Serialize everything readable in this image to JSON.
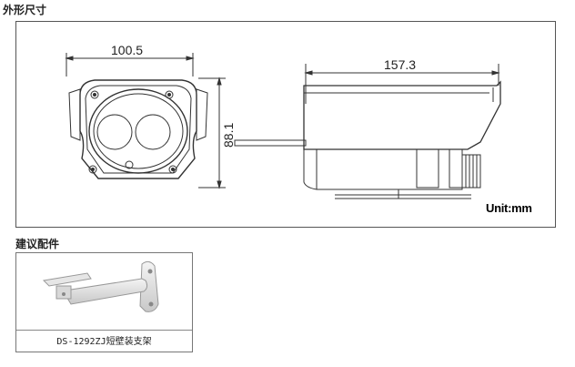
{
  "sections": {
    "dimensions_title": "外形尺寸",
    "accessories_title": "建议配件"
  },
  "drawing": {
    "front_width": "100.5",
    "front_height": "88.1",
    "side_length": "157.3",
    "unit": "Unit:mm"
  },
  "accessory": {
    "caption": "DS-1292ZJ短壁装支架"
  },
  "colors": {
    "line": "#333333",
    "border": "#555555"
  }
}
